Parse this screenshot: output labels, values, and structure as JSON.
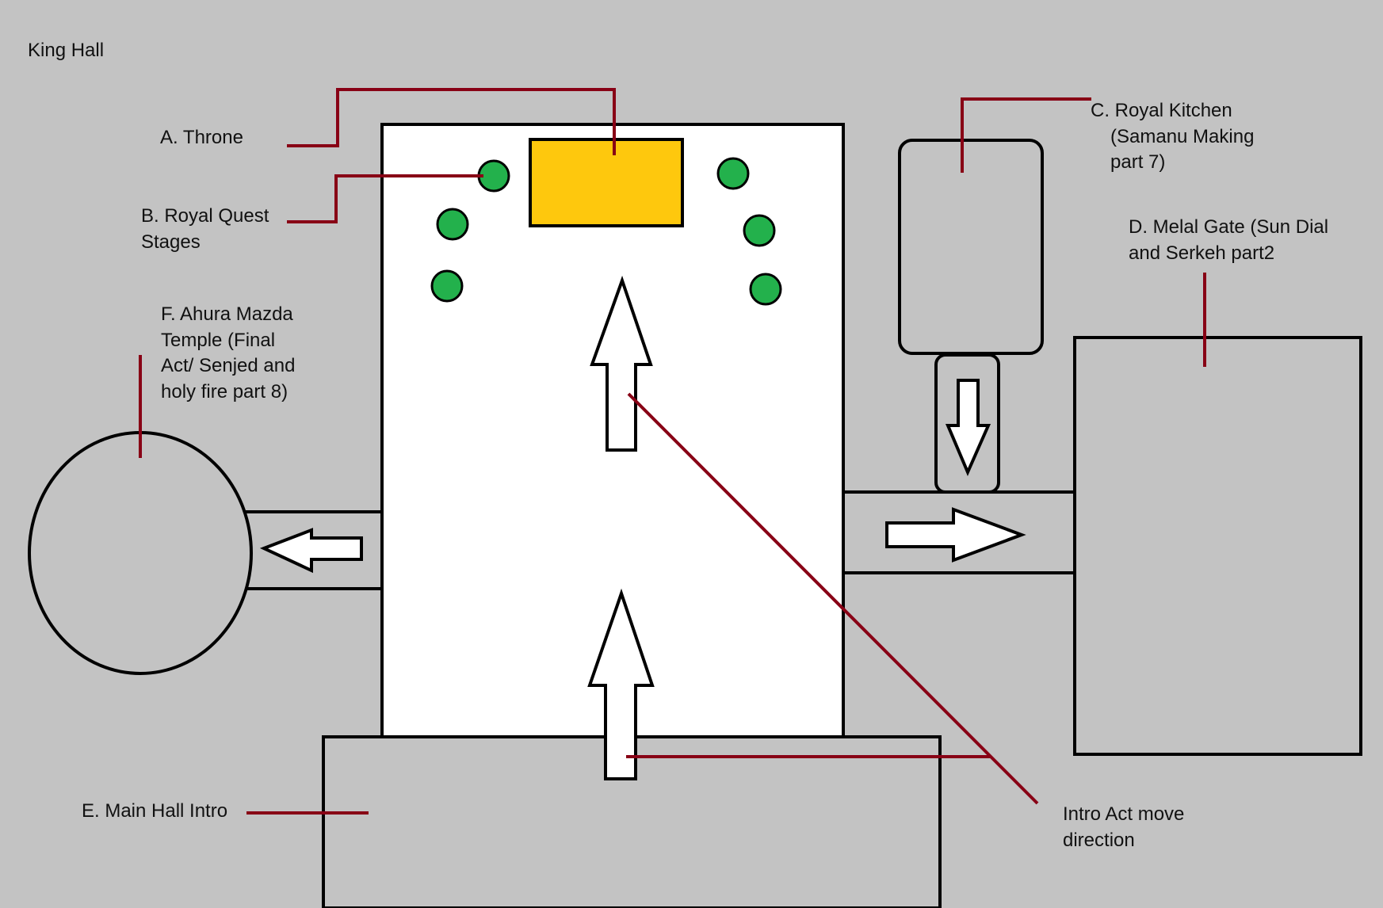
{
  "title": "King Hall",
  "labels": {
    "throne": [
      "A. Throne"
    ],
    "royal_quest": [
      "B. Royal Quest",
      "Stages"
    ],
    "royal_kitchen": [
      "C. Royal Kitchen",
      "(Samanu Making",
      "part 7)"
    ],
    "melal_gate": [
      "D. Melal Gate (Sun Dial",
      "and Serkeh part2"
    ],
    "main_hall": [
      "E. Main Hall Intro"
    ],
    "ahura_mazda": [
      "F. Ahura Mazda",
      "Temple (Final",
      "Act/ Senjed and",
      "holy fire part 8)"
    ],
    "intro_act": [
      "Intro Act move",
      "direction"
    ]
  },
  "colors": {
    "background": "#c3c3c3",
    "room_fill": "#ffffff",
    "outline": "#000000",
    "throne": "#fec80d",
    "quest_stage": "#23b14c",
    "leader_line": "#880015"
  }
}
